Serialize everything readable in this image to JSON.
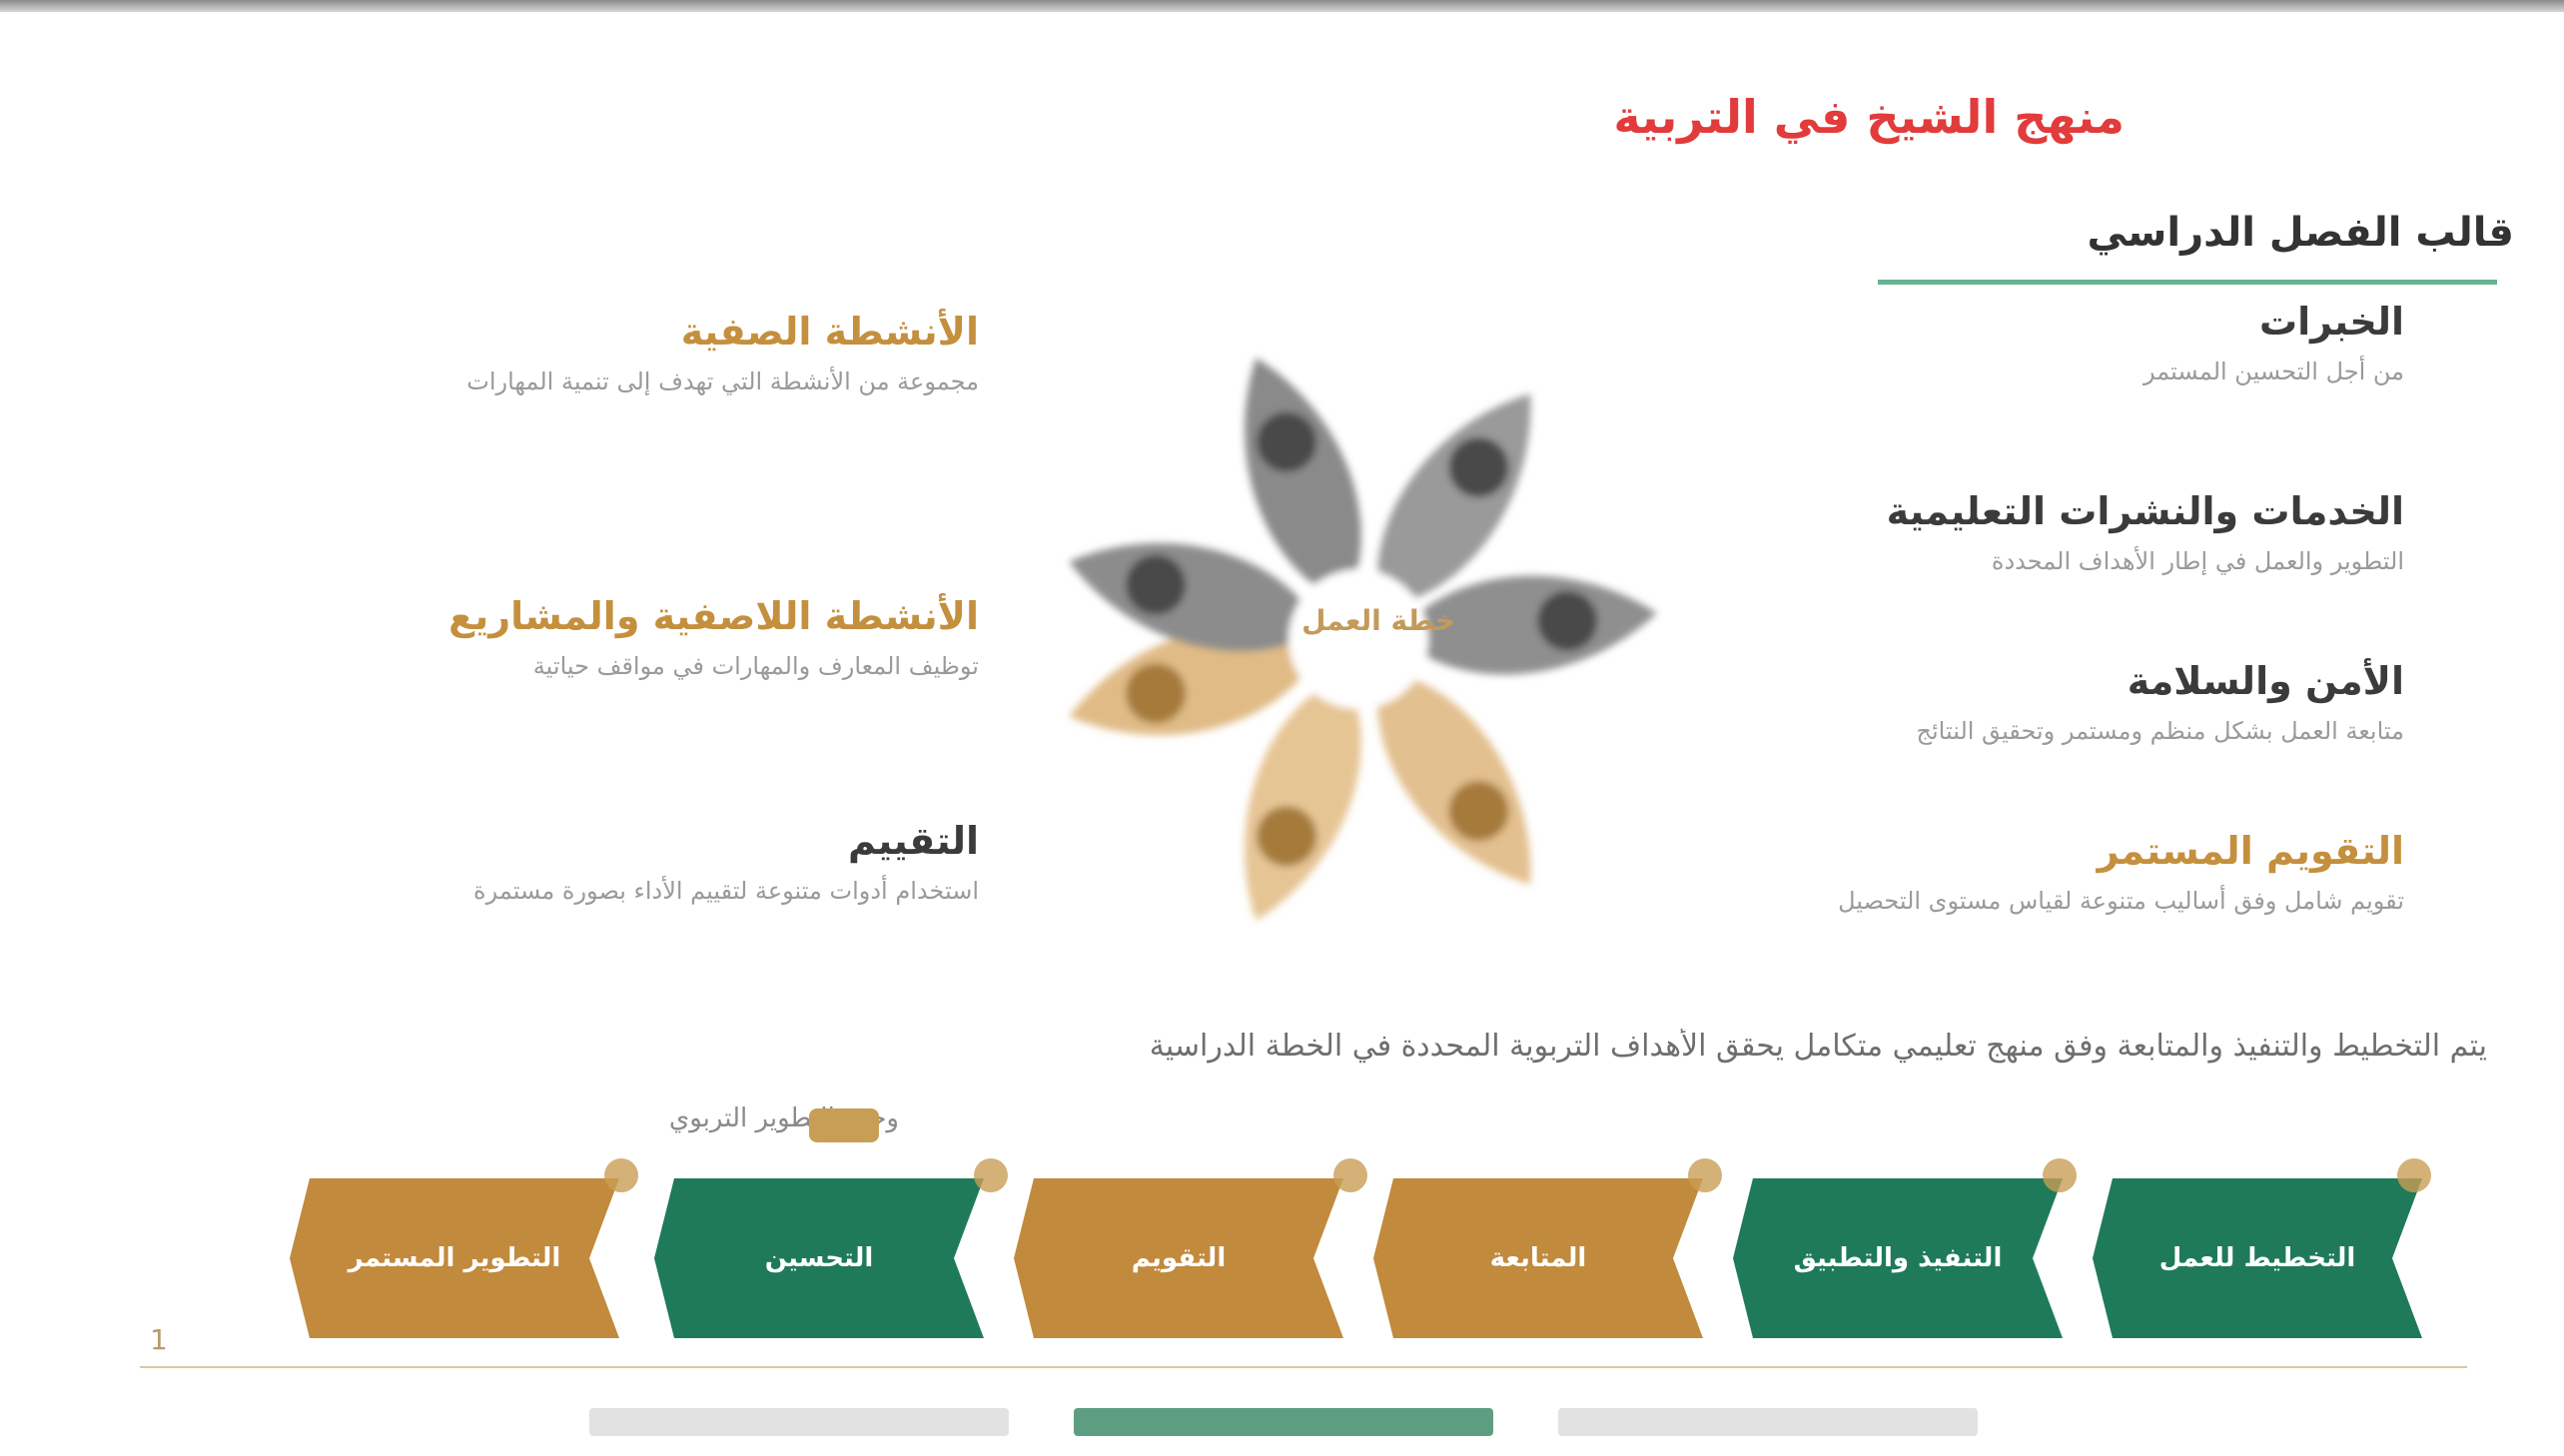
{
  "page": {
    "title": "منهج الشيخ في التربية",
    "intro_heading": "قالب الفصل الدراسي",
    "right_items": [
      {
        "heading": "الخبرات",
        "body": "من أجل التحسين المستمر"
      },
      {
        "heading": "الخدمات والنشرات التعليمية",
        "body": "التطوير والعمل في إطار الأهداف المحددة"
      },
      {
        "heading": "الأمن والسلامة",
        "body": "متابعة العمل بشكل منظم ومستمر وتحقيق النتائج"
      },
      {
        "heading": "التقويم المستمر",
        "body": "تقويم شامل وفق أساليب متنوعة لقياس مستوى التحصيل"
      }
    ],
    "left_items": [
      {
        "heading": "الأنشطة الصفية",
        "body": "مجموعة من الأنشطة التي تهدف إلى تنمية المهارات"
      },
      {
        "heading": "الأنشطة اللاصفية والمشاريع",
        "body": "توظيف المعارف والمهارات في مواقف حياتية"
      },
      {
        "heading": "التقييم",
        "body": "استخدام أدوات متنوعة لتقييم الأداء بصورة مستمرة"
      }
    ],
    "center_text": "خطة العمل",
    "summary_line": "يتم التخطيط والتنفيذ والمتابعة وفق منهج تعليمي متكامل يحقق الأهداف التربوية المحددة في الخطة الدراسية",
    "summary_sub": "وحدة التطوير التربوي",
    "ribbons": [
      {
        "label": "التخطيط للعمل",
        "color": "#1f7a5a"
      },
      {
        "label": "التنفيذ والتطبيق",
        "color": "#1f7a5a"
      },
      {
        "label": "المتابعة",
        "color": "#c18a3c"
      },
      {
        "label": "التقويم",
        "color": "#c18a3c"
      },
      {
        "label": "التحسين",
        "color": "#1f7a5a"
      },
      {
        "label": "التطوير المستمر",
        "color": "#c18a3c"
      }
    ],
    "page_number": "1"
  },
  "colors": {
    "green": "#1f7a5a",
    "gold": "#c18a3c",
    "red": "#e23b3b",
    "grey": "#6e6e6e"
  },
  "icons": {
    "flower": "pinwheel-petals-icon"
  }
}
